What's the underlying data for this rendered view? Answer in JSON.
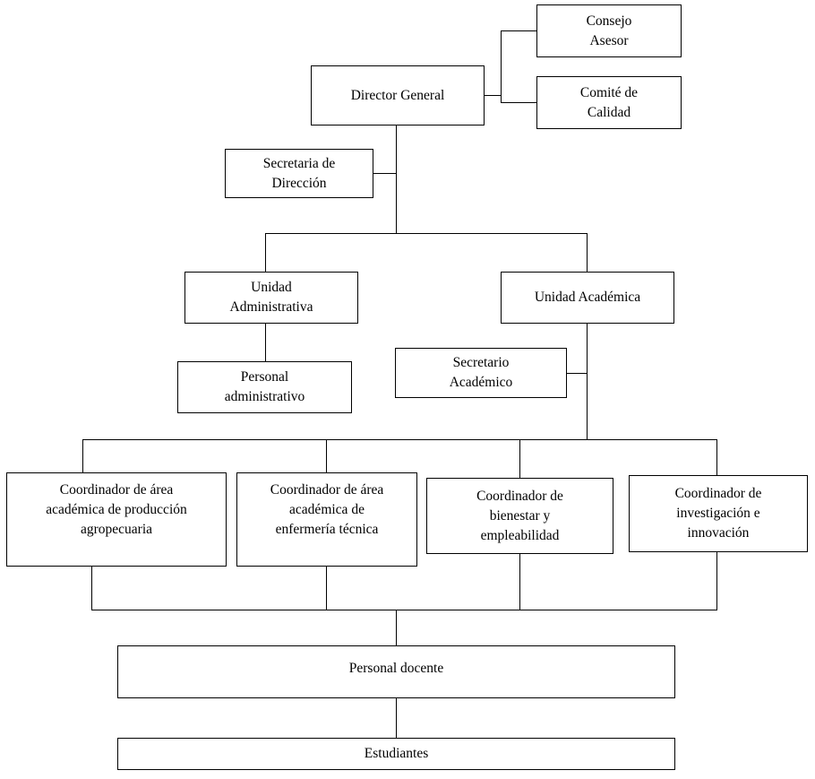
{
  "chart_data": {
    "type": "diagram",
    "title": "Organigrama institucional",
    "diagram_kind": "organizational-chart",
    "orientation": "top-down",
    "background_color": "#ffffff",
    "line_color": "#000000",
    "text_color": "#000000",
    "nodes": [
      {
        "id": "director-general",
        "label": "Director General",
        "level": 0
      },
      {
        "id": "consejo-asesor",
        "label": "Consejo\nAsesor",
        "level": 1
      },
      {
        "id": "comite-de-calidad",
        "label": "Comité de\nCalidad",
        "level": 1
      },
      {
        "id": "secretaria-de-direccion",
        "label": "Secretaria de\nDirección",
        "level": 1
      },
      {
        "id": "unidad-administrativa",
        "label": "Unidad\nAdministrativa",
        "level": 2
      },
      {
        "id": "unidad-academica",
        "label": "Unidad Académica",
        "level": 2
      },
      {
        "id": "personal-administrativo",
        "label": "Personal\nadministrativo",
        "level": 3
      },
      {
        "id": "secretario-academico",
        "label": "Secretario\nAcadémico",
        "level": 3
      },
      {
        "id": "coordinador-produccion-agropecuaria",
        "label": "Coordinador de área\nacadémica de producción\nagropecuaria",
        "level": 4
      },
      {
        "id": "coordinador-enfermeria-tecnica",
        "label": "Coordinador de área\nacadémica de\nenfermería técnica",
        "level": 4
      },
      {
        "id": "coordinador-bienestar-empleabilidad",
        "label": "Coordinador de\nbienestar y\nempleabilidad",
        "level": 4
      },
      {
        "id": "coordinador-investigacion-innovacion",
        "label": "Coordinador de\ninvestigación e\ninnovación",
        "level": 4
      },
      {
        "id": "personal-docente",
        "label": "Personal docente",
        "level": 5
      },
      {
        "id": "estudiantes",
        "label": "Estudiantes",
        "level": 6
      }
    ],
    "edges": [
      {
        "from": "director-general",
        "to": "consejo-asesor",
        "style": "staff"
      },
      {
        "from": "director-general",
        "to": "comite-de-calidad",
        "style": "staff"
      },
      {
        "from": "director-general",
        "to": "secretaria-de-direccion",
        "style": "staff"
      },
      {
        "from": "director-general",
        "to": "unidad-administrativa",
        "style": "line"
      },
      {
        "from": "director-general",
        "to": "unidad-academica",
        "style": "line"
      },
      {
        "from": "unidad-administrativa",
        "to": "personal-administrativo",
        "style": "line"
      },
      {
        "from": "unidad-academica",
        "to": "secretario-academico",
        "style": "staff"
      },
      {
        "from": "unidad-academica",
        "to": "coordinador-produccion-agropecuaria",
        "style": "line"
      },
      {
        "from": "unidad-academica",
        "to": "coordinador-enfermeria-tecnica",
        "style": "line"
      },
      {
        "from": "unidad-academica",
        "to": "coordinador-bienestar-empleabilidad",
        "style": "line"
      },
      {
        "from": "unidad-academica",
        "to": "coordinador-investigacion-innovacion",
        "style": "line"
      },
      {
        "from": "coordinador-produccion-agropecuaria",
        "to": "personal-docente",
        "style": "line"
      },
      {
        "from": "coordinador-enfermeria-tecnica",
        "to": "personal-docente",
        "style": "line"
      },
      {
        "from": "coordinador-bienestar-empleabilidad",
        "to": "personal-docente",
        "style": "line"
      },
      {
        "from": "coordinador-investigacion-innovacion",
        "to": "personal-docente",
        "style": "line"
      },
      {
        "from": "personal-docente",
        "to": "estudiantes",
        "style": "line"
      }
    ]
  },
  "nodes": {
    "director_general": "Director General",
    "consejo_asesor": "Consejo\nAsesor",
    "comite_de_calidad": "Comité de\nCalidad",
    "secretaria_de_direccion": "Secretaria de\nDirección",
    "unidad_administrativa": "Unidad\nAdministrativa",
    "unidad_academica": "Unidad Académica",
    "personal_administrativo": "Personal\nadministrativo",
    "secretario_academico": "Secretario\nAcadémico",
    "coordinador_produccion_agropecuaria": "Coordinador de área\nacadémica de producción\nagropecuaria",
    "coordinador_enfermeria_tecnica": "Coordinador de área\nacadémica de\nenfermería técnica",
    "coordinador_bienestar_empleabilidad": "Coordinador de\nbienestar y\nempleabilidad",
    "coordinador_investigacion_innovacion": "Coordinador de\ninvestigación e\ninnovación",
    "personal_docente": "Personal docente",
    "estudiantes": "Estudiantes"
  }
}
